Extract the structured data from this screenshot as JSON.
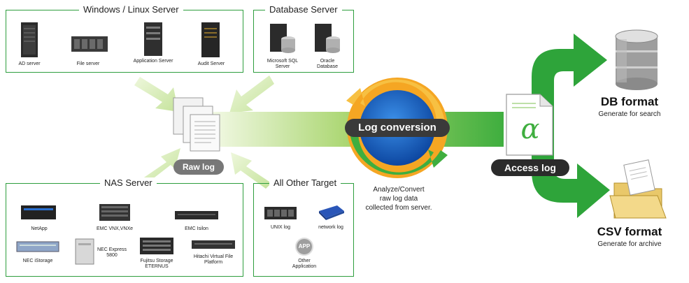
{
  "groups": {
    "windows_linux": {
      "title": "Windows / Linux Server",
      "items": [
        "AD server",
        "File server",
        "Application Server",
        "Audit Server"
      ]
    },
    "database": {
      "title": "Database Server",
      "items": [
        "Microsoft SQL Server",
        "Oracle Database"
      ]
    },
    "nas": {
      "title": "NAS Server",
      "items": [
        "NetApp",
        "EMC VNX,VNXe",
        "EMC Isilon",
        "NEC iStorage",
        "NEC Express 5800",
        "Fujitsu Storage ETERNUS",
        "Hitachi Virtual File Platform"
      ]
    },
    "other": {
      "title": "All Other Target",
      "items": [
        "UNIX log",
        "network log",
        "Other Application"
      ],
      "app_badge": "APP"
    }
  },
  "raw_log": {
    "label": "Raw log"
  },
  "conversion": {
    "label": "Log conversion",
    "description": [
      "Analyze/Convert",
      "raw log data",
      "collected from server."
    ]
  },
  "access_log": {
    "label": "Access log",
    "symbol": "α"
  },
  "outputs": {
    "db": {
      "title": "DB format",
      "subtitle": "Generate for search"
    },
    "csv": {
      "title": "CSV format",
      "subtitle": "Generate for archive"
    }
  },
  "colors": {
    "border_green": "#2e9e3e",
    "flow_green": "#39b54a",
    "pale_green": "#cfe8a8",
    "ring_orange": "#f5a623",
    "core_blue": "#1565c0",
    "tag_dark": "#2b2b2b"
  }
}
